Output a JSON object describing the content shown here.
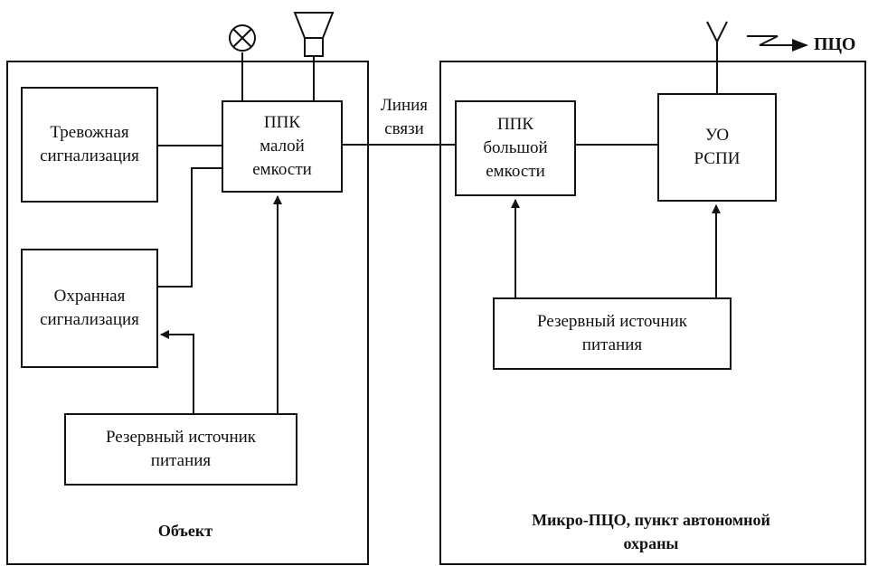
{
  "blocks": {
    "alarm": "Тревожная\nсигнализация",
    "ppk_small": "ППК\nмалой\nемкости",
    "security": "Охранная\nсигнализация",
    "power_left": "Резервный источник\nпитания",
    "ppk_large": "ППК\nбольшой\nемкости",
    "uo": "УО\nРСПИ",
    "power_right": "Резервный источник\nпитания"
  },
  "labels": {
    "link": "Линия\nсвязи",
    "pco": "ПЦО",
    "object": "Объект",
    "micro": "Микро-ПЦО, пункт автономной\nохраны"
  },
  "icons": [
    "lamp-icon",
    "siren-icon",
    "antenna-icon",
    "radio-signal-icon"
  ]
}
